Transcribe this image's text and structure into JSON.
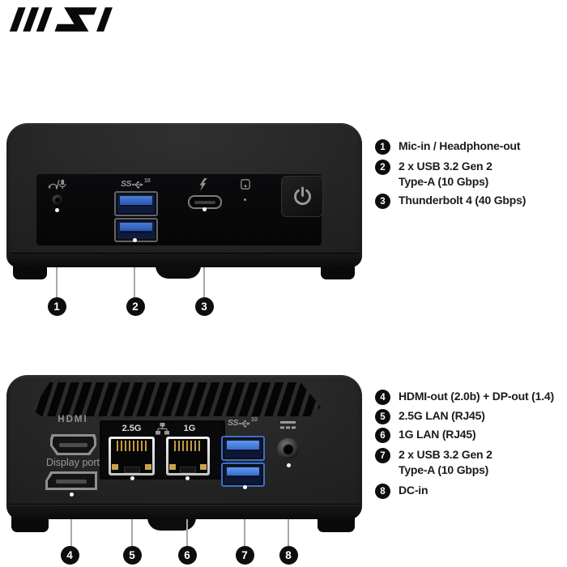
{
  "brand": {
    "logo_text": "MSI"
  },
  "legend_front": {
    "items": [
      {
        "num": "1",
        "line1": "Mic-in / Headphone-out"
      },
      {
        "num": "2",
        "line1": "2 x USB 3.2 Gen 2",
        "line2": "Type-A (10 Gbps)"
      },
      {
        "num": "3",
        "line1": "Thunderbolt 4 (40 Gbps)"
      }
    ]
  },
  "legend_rear": {
    "items": [
      {
        "num": "4",
        "line1": "HDMI-out (2.0b) + DP-out (1.4)"
      },
      {
        "num": "5",
        "line1": "2.5G LAN (RJ45)"
      },
      {
        "num": "6",
        "line1": "1G LAN (RJ45)"
      },
      {
        "num": "7",
        "line1": "2 x USB 3.2 Gen 2",
        "line2": "Type-A (10 Gbps)"
      },
      {
        "num": "8",
        "line1": "DC-in"
      }
    ]
  },
  "callouts": {
    "front": [
      {
        "num": "1"
      },
      {
        "num": "2"
      },
      {
        "num": "3"
      }
    ],
    "rear": [
      {
        "num": "4"
      },
      {
        "num": "5"
      },
      {
        "num": "6"
      },
      {
        "num": "7"
      },
      {
        "num": "8"
      }
    ]
  },
  "device_labels": {
    "hdmi": "HDMI",
    "display_port": "Display port",
    "lan_25g": "2.5G",
    "lan_1g": "1G",
    "usb_ss": "SS",
    "usb_speed": "10"
  },
  "icons": {
    "audio_combo": "headphone-mic-icon",
    "usb_3_2": "usb-ss10-trident-icon",
    "thunderbolt": "lightning-bolt-icon",
    "storage_led": "hdd-activity-icon",
    "power": "power-symbol-icon",
    "lan": "network-nodes-icon",
    "dc_in": "dc-line-dash-icon"
  },
  "colors": {
    "background": "#ffffff",
    "device_body": "#242424",
    "front_panel": "#0a0a0c",
    "usb_blue_front": "#2f5cb4",
    "usb_blue_rear": "#4b8ae4",
    "callout_circle": "#0d0d0d",
    "legend_text": "#1b1b1b",
    "callout_line": "#a8a8a8",
    "device_label_gray": "#9a9a9a"
  }
}
